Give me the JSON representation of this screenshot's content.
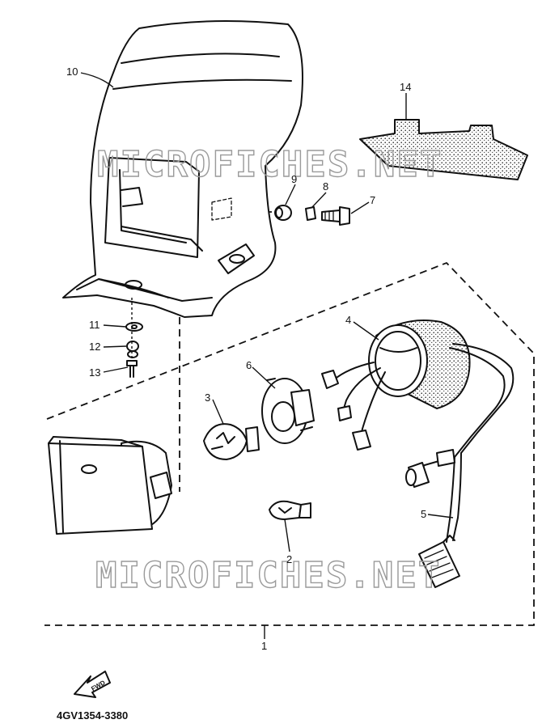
{
  "watermark": {
    "top": "MICROFICHES.NET",
    "bottom": "MICROFICHES.NET"
  },
  "callouts": {
    "c1": "1",
    "c2": "2",
    "c3": "3",
    "c4": "4",
    "c5": "5",
    "c6": "6",
    "c7": "7",
    "c8": "8",
    "c9": "9",
    "c10": "10",
    "c11": "11",
    "c12": "12",
    "c13": "13",
    "c14": "14"
  },
  "footer": {
    "fwd_label": "FWD",
    "part_code": "4GV1354-3380"
  },
  "colors": {
    "line": "#111111",
    "watermark": "#9a9a9a",
    "background": "#ffffff"
  },
  "icons": [
    "forward-arrow-icon"
  ]
}
